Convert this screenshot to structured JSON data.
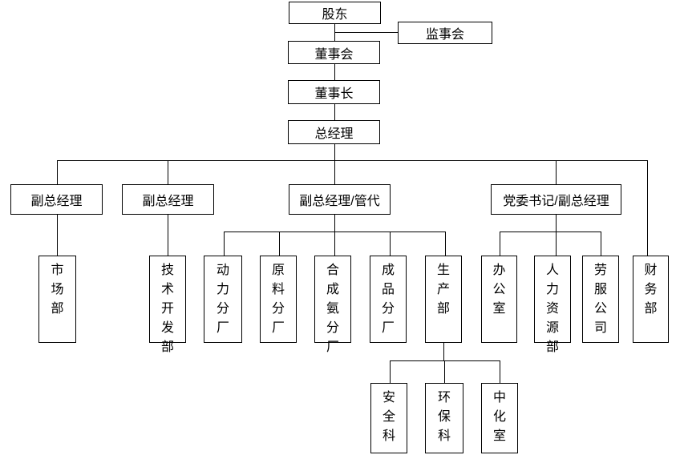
{
  "diagram": {
    "type": "org-chart",
    "colors": {
      "border": "#000000",
      "background": "#ffffff",
      "text": "#000000"
    }
  },
  "nodes": {
    "shareholders": "股东",
    "supervisory_board": "监事会",
    "board_of_directors": "董事会",
    "chairman": "董事长",
    "general_manager": "总经理",
    "deputy_gm_1": "副总经理",
    "deputy_gm_2": "副总经理",
    "deputy_gm_mgmt_rep": "副总经理/管代",
    "party_secretary_deputy_gm": "党委书记/副总经理",
    "marketing_dept": "市场部",
    "tech_development_dept": "技术开发部",
    "power_branch": "动力分厂",
    "raw_material_branch": "原料分厂",
    "synthetic_ammonia_branch": "合成氨分厂",
    "finished_product_branch": "成品分厂",
    "production_dept": "生产部",
    "office": "办公室",
    "hr_dept": "人力资源部",
    "labor_service_company": "劳服公司",
    "finance_dept": "财务部",
    "safety_section": "安全科",
    "environmental_section": "环保科",
    "central_chem_lab": "中化室"
  }
}
